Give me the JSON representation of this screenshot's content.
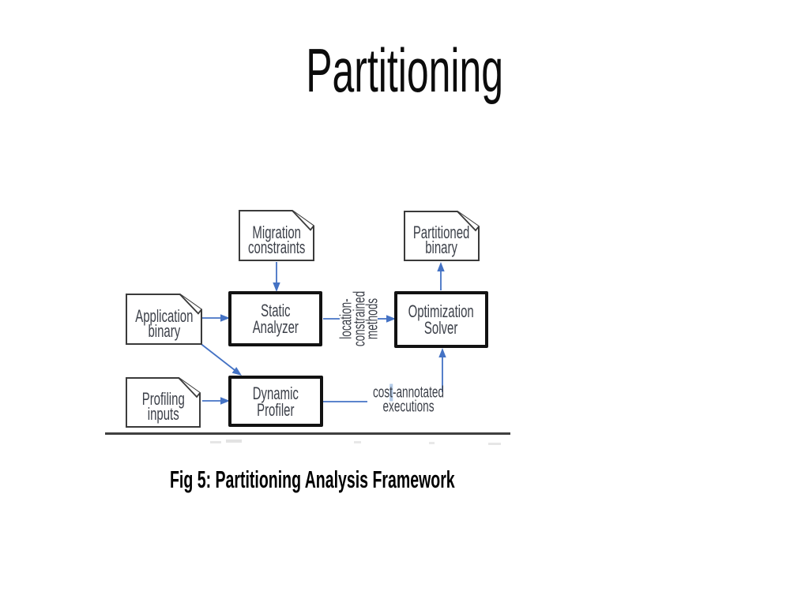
{
  "slide": {
    "title": "Partitioning",
    "caption": "Fig 5: Partitioning Analysis Framework"
  },
  "diagram": {
    "documents": {
      "migration": {
        "line1": "Migration",
        "line2": "constraints"
      },
      "partitioned": {
        "line1": "Partitioned",
        "line2": "binary"
      },
      "application": {
        "line1": "Application",
        "line2": "binary"
      },
      "profiling": {
        "line1": "Profiling",
        "line2": "inputs"
      }
    },
    "processes": {
      "static": {
        "line1": "Static",
        "line2": "Analyzer"
      },
      "optimization": {
        "line1": "Optimization",
        "line2": "Solver"
      },
      "dynamic": {
        "line1": "Dynamic",
        "line2": "Profiler"
      }
    },
    "edge_labels": {
      "location": {
        "line1": "location-",
        "line2": "constrained",
        "line3": "methods"
      },
      "cost": {
        "line1_pre": "cos",
        "line1_hl": "t",
        "line1_post": "-annotated",
        "line2": "executions"
      }
    },
    "colors": {
      "arrow": "#4472c4",
      "process_border": "#121212",
      "document_border": "#3a3a3a",
      "diagram_text": "#3c4049",
      "highlight": "#b3cbe8"
    }
  }
}
